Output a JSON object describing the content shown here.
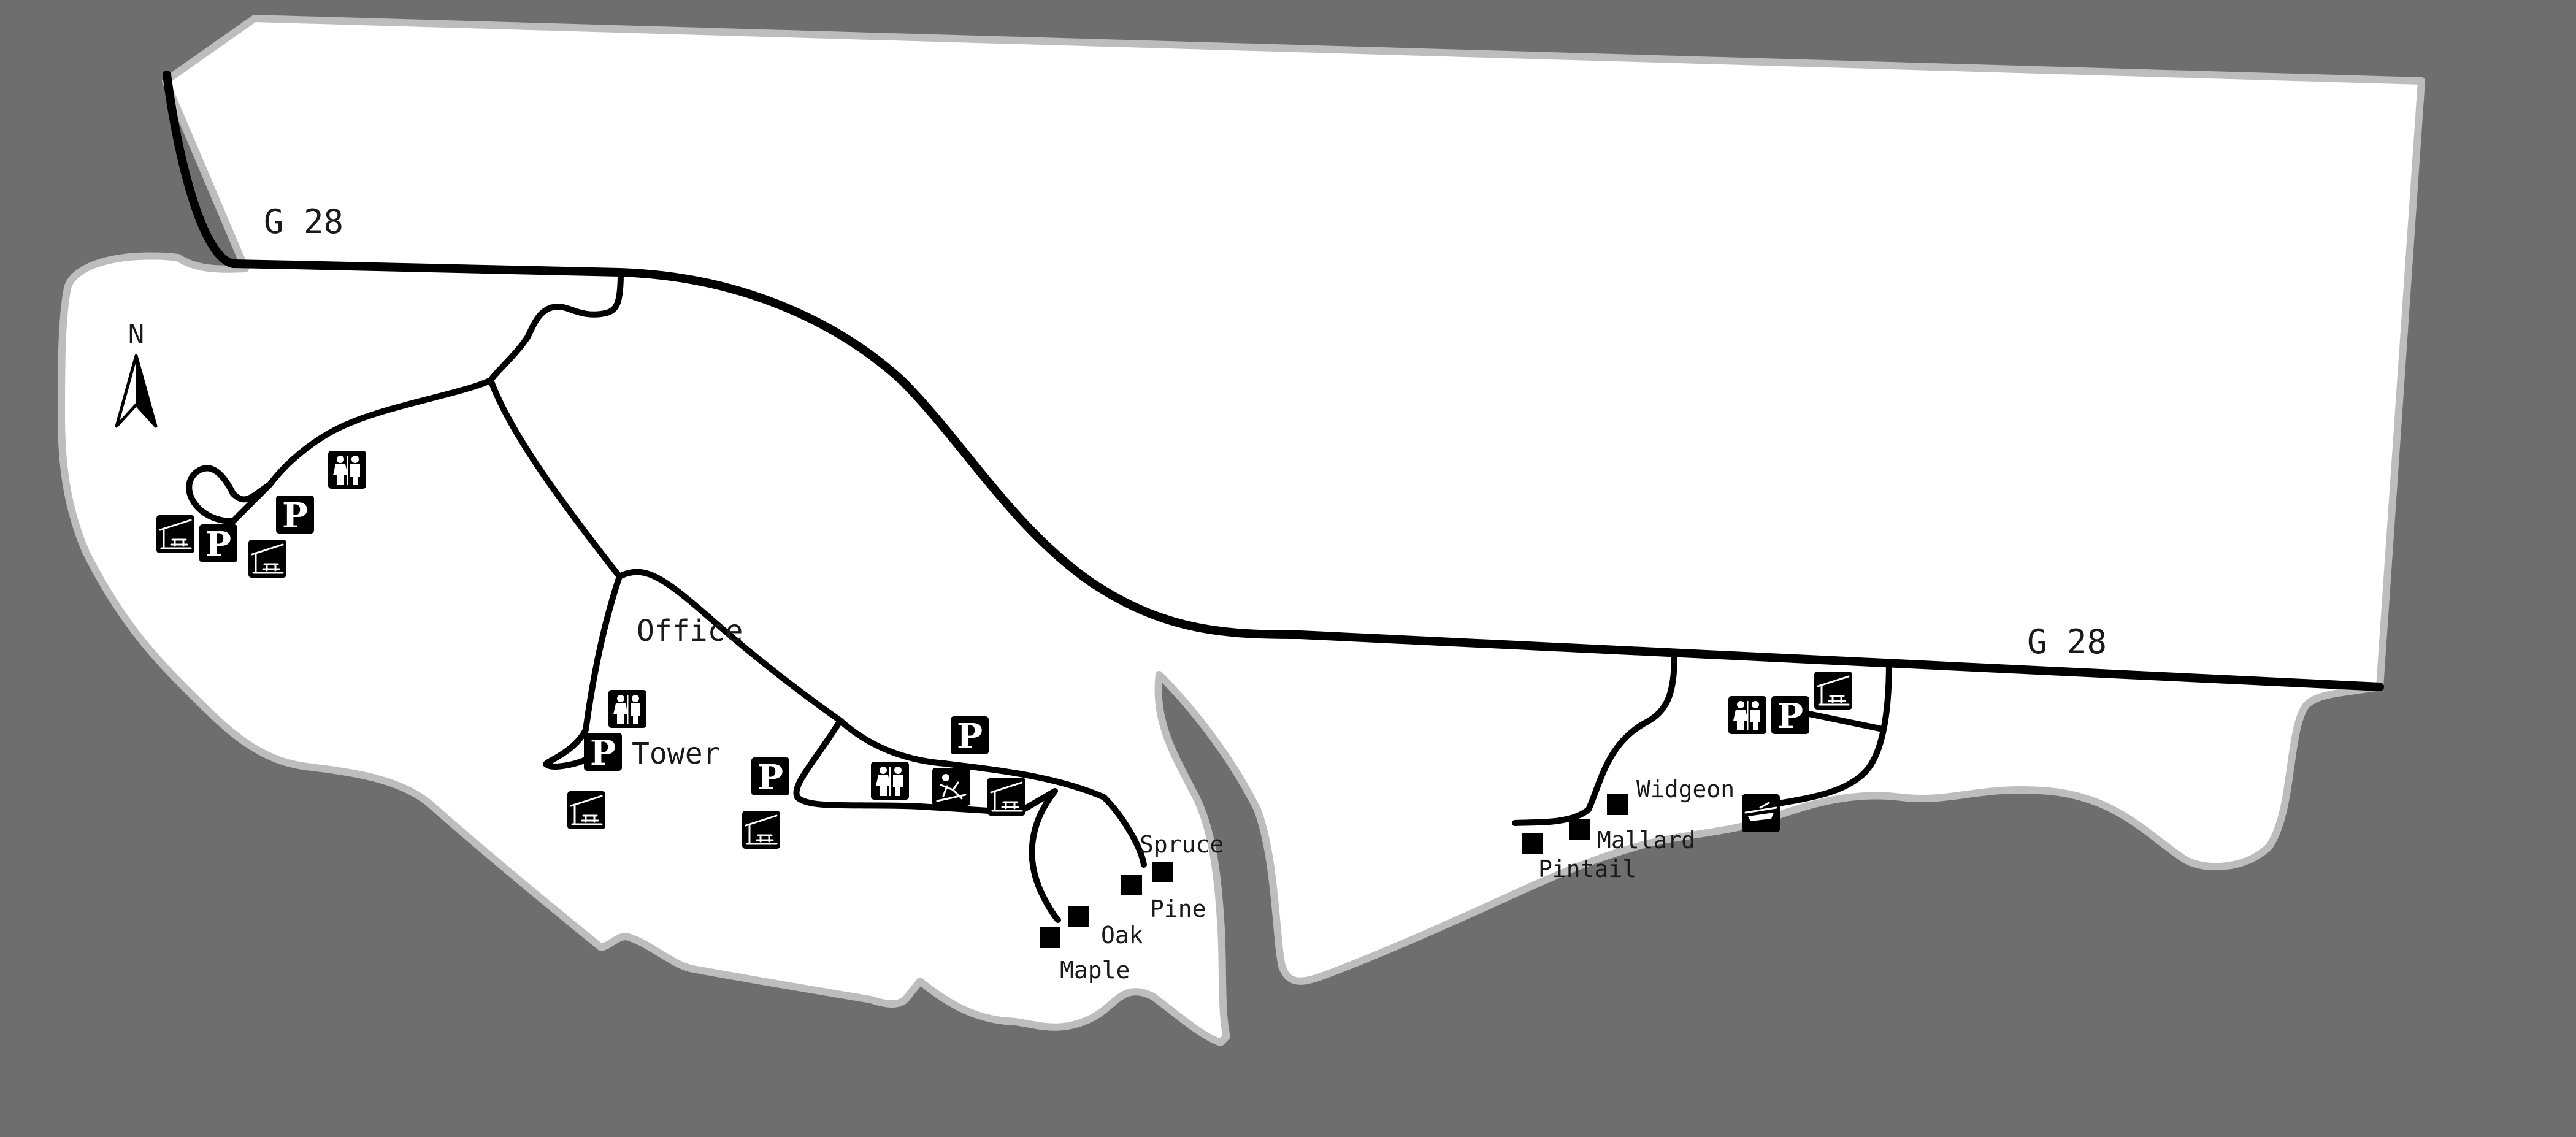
{
  "map": {
    "highway_labels": [
      "G 28",
      "G 28"
    ],
    "north_label": "N",
    "place_labels": {
      "office": "Office",
      "tower": "Tower",
      "spruce": "Spruce",
      "pine": "Pine",
      "oak": "Oak",
      "maple": "Maple",
      "widgeon": "Widgeon",
      "mallard": "Mallard",
      "pintail": "Pintail"
    },
    "parking_symbol": "P",
    "colors": {
      "water": "#6e6e6e",
      "land": "#ffffff",
      "shoreline": "#bdbdbd",
      "highway": "#2a2a2a",
      "road": "#000000"
    },
    "icons": [
      "restroom-icon",
      "parking-icon",
      "picnic-shelter-icon",
      "playground-icon",
      "boat-launch-icon",
      "campsite-marker-icon",
      "north-arrow-icon"
    ]
  }
}
